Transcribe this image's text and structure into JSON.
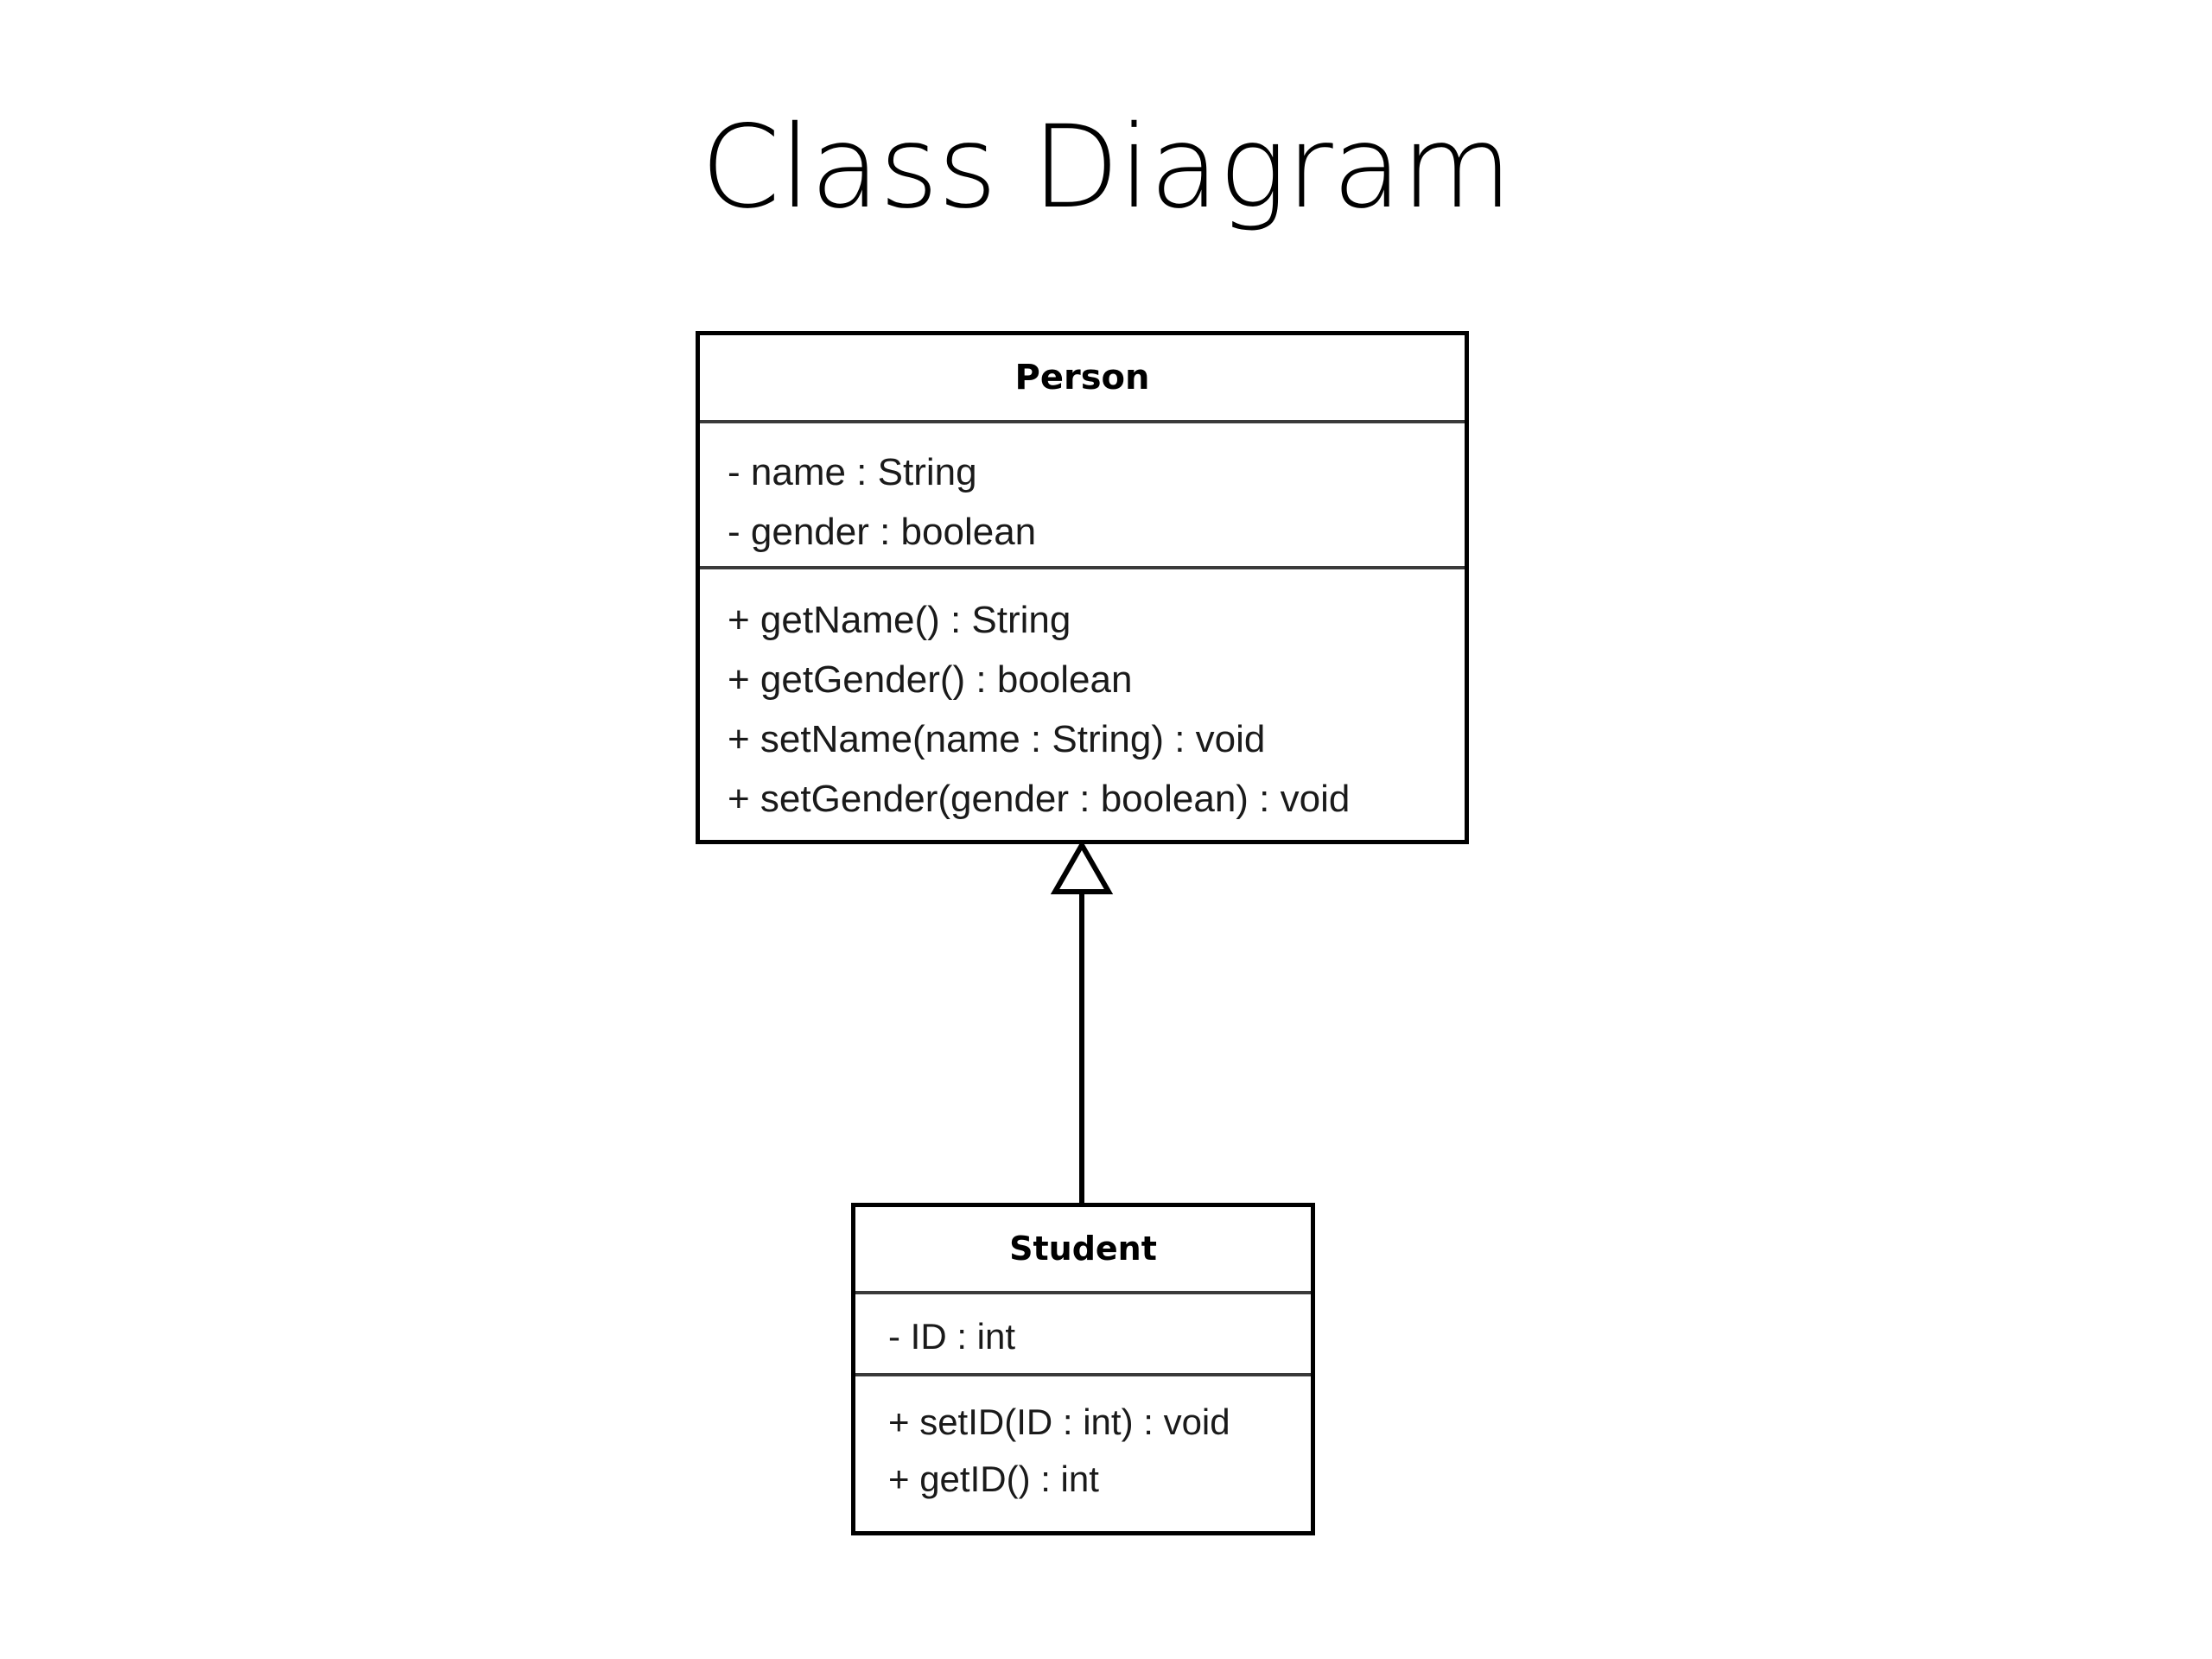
{
  "slide": {
    "title": "Class Diagram",
    "background_color": "#ffffff",
    "text_color": "#000000"
  },
  "diagram": {
    "type": "uml-class-diagram",
    "notation": "UML",
    "line_color": "#000000",
    "fill_color": "#ffffff",
    "classes": [
      {
        "id": "person",
        "name": "Person",
        "attributes": [
          "- name : String",
          "- gender : boolean"
        ],
        "operations": [
          "+ getName() : String",
          "+ getGender() : boolean",
          "+ setName(name : String) : void",
          "+ setGender(gender : boolean) : void"
        ]
      },
      {
        "id": "student",
        "name": "Student",
        "attributes": [
          "- ID : int"
        ],
        "operations": [
          "+ setID(ID : int) : void",
          "+ getID() : int"
        ]
      }
    ],
    "relationships": [
      {
        "id": "student-extends-person",
        "kind": "generalization",
        "label": "",
        "source": "Student",
        "target": "Person",
        "arrowhead": "hollow-triangle"
      }
    ]
  }
}
